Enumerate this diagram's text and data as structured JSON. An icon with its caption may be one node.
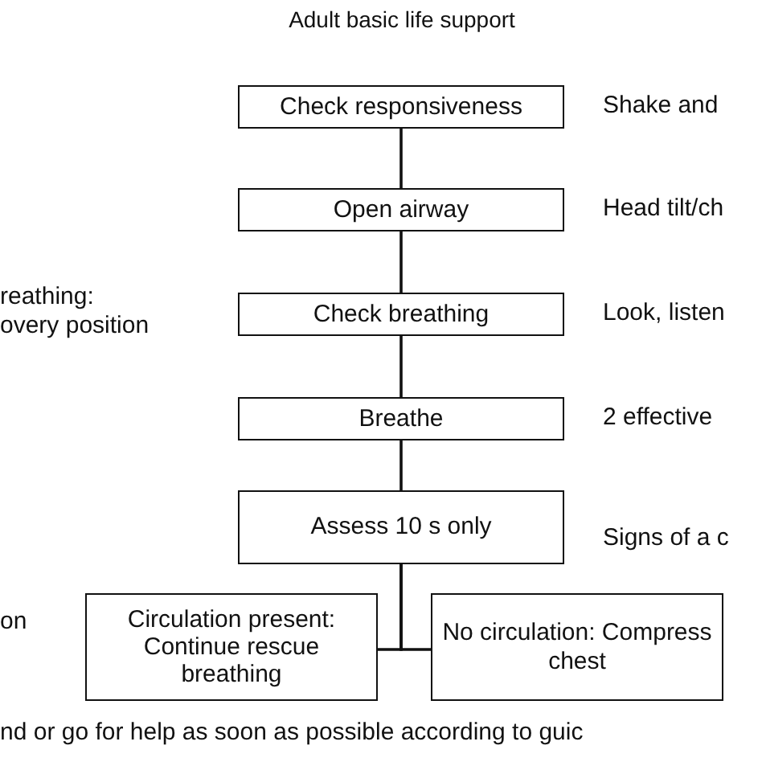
{
  "diagram": {
    "title": "Adult basic life support",
    "nodes": [
      {
        "text": [
          "Check responsiveness"
        ]
      },
      {
        "text": [
          "Open airway"
        ]
      },
      {
        "text": [
          "Check breathing"
        ]
      },
      {
        "text": [
          "Breathe"
        ]
      },
      {
        "text": [
          "Assess 10 s only"
        ]
      },
      {
        "text": [
          "Circulation present: Continue rescue breathing"
        ]
      },
      {
        "text": [
          "No circulation: Compress chest"
        ]
      }
    ],
    "edges": [
      {
        "from": 0,
        "to": 1,
        "arrow": "none"
      },
      {
        "from": 1,
        "to": 2,
        "arrow": "none"
      },
      {
        "from": 2,
        "to": 3,
        "arrow": "none"
      },
      {
        "from": 3,
        "to": 4,
        "arrow": "none"
      },
      {
        "from": 4,
        "to": 5,
        "arrow": "none"
      },
      {
        "from": 4,
        "to": 6,
        "arrow": "none"
      }
    ],
    "labels": [
      "Shake and",
      "Head tilt/ch",
      "reathing:",
      "overy position",
      "Look, listen",
      "2 effective",
      "Signs of a c",
      "on",
      "nd or go for help as soon as possible according to guic"
    ]
  }
}
